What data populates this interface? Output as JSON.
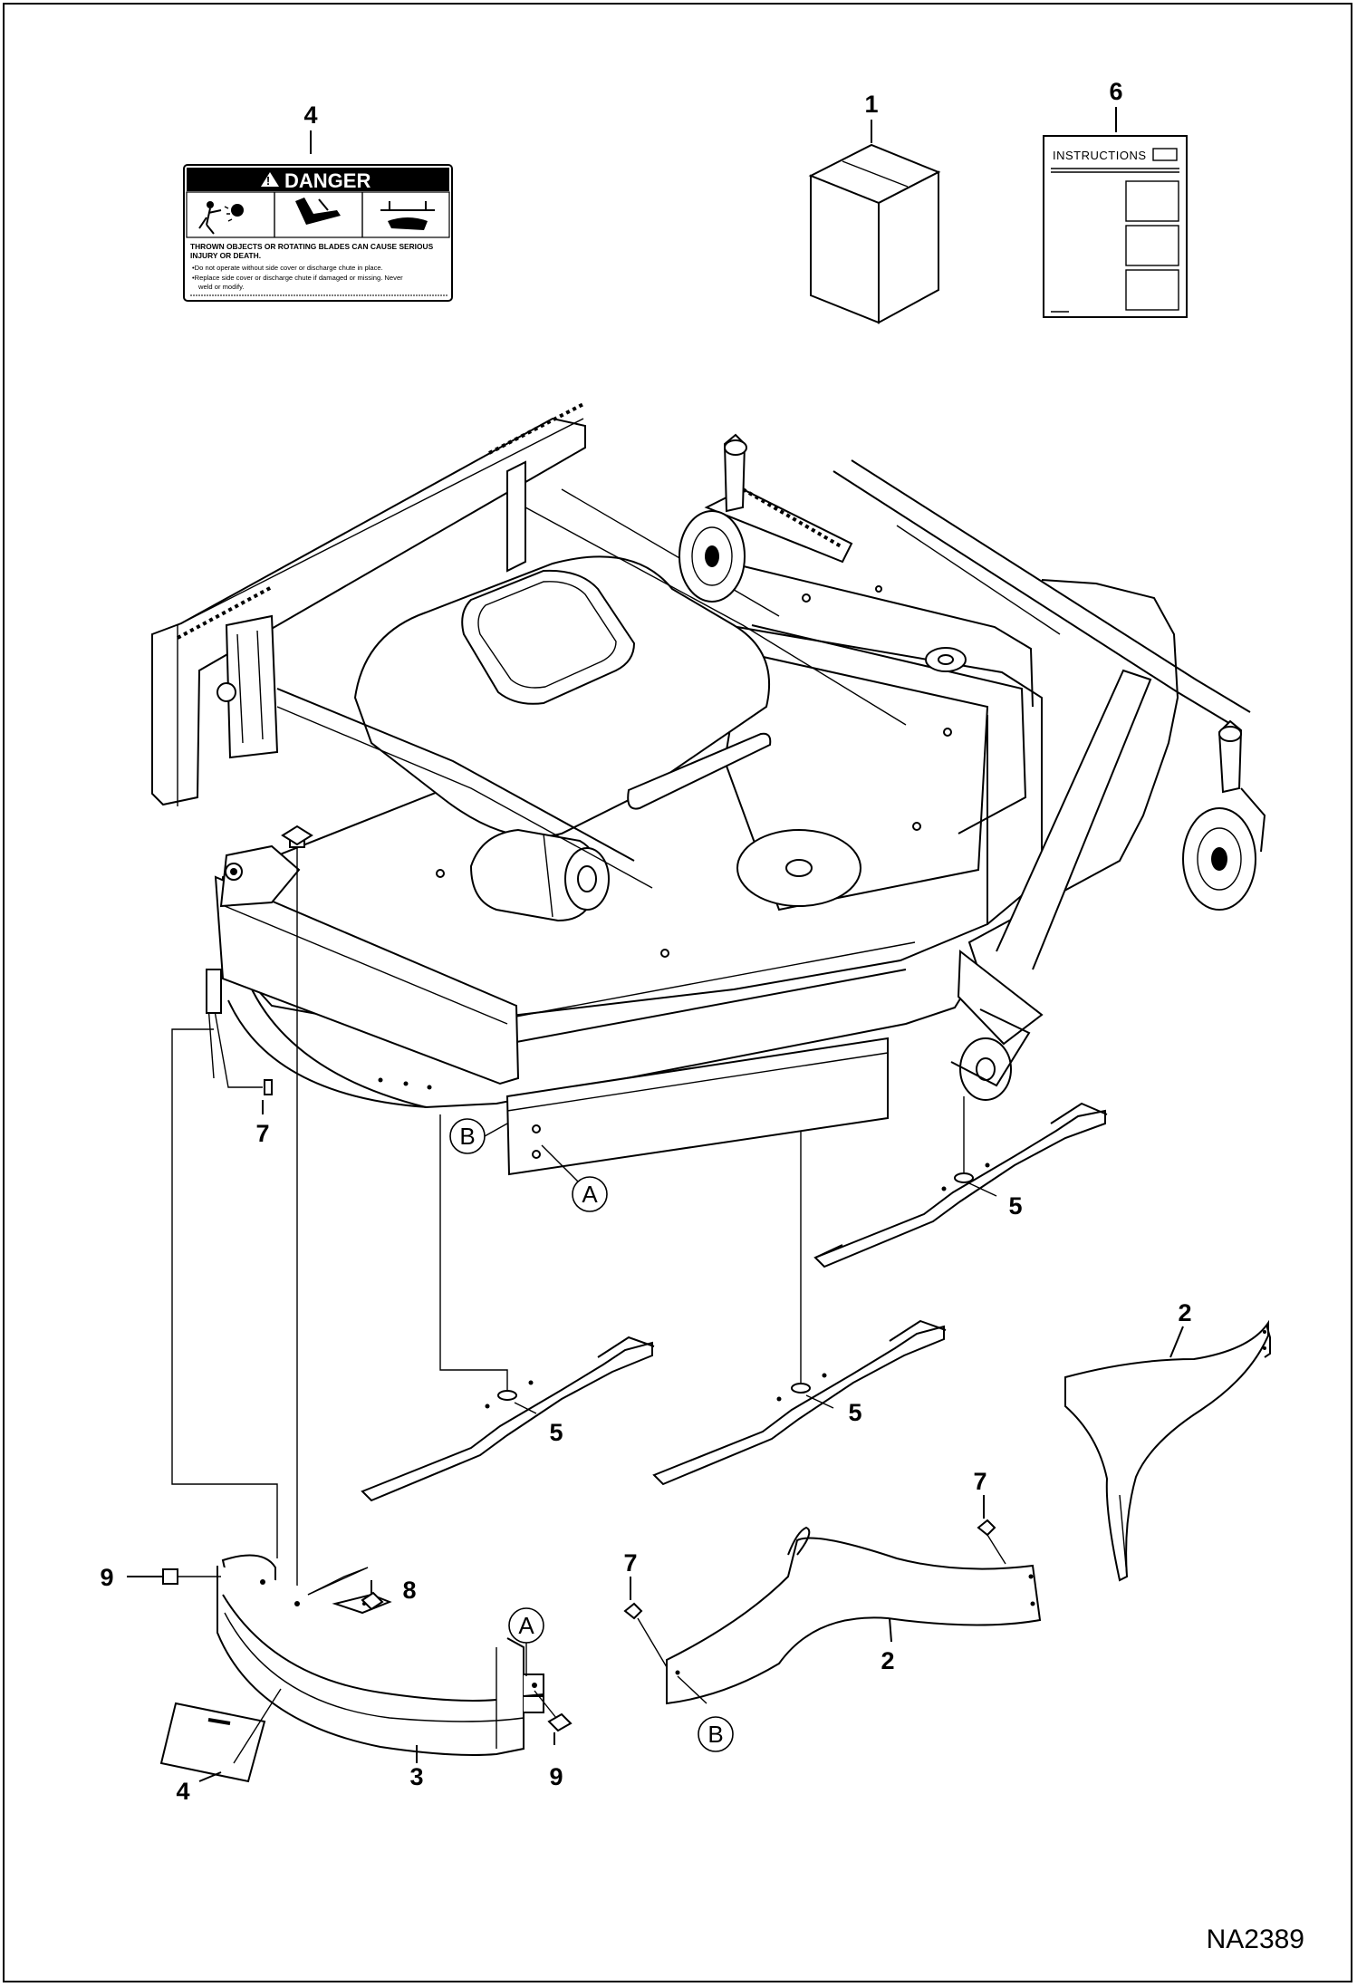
{
  "diagram_id": "NA2389",
  "decal": {
    "heading": "DANGER",
    "warning_text": [
      "THROWN OBJECTS OR ROTATING BLADES CAN CAUSE SERIOUS",
      "INJURY OR DEATH."
    ],
    "bullets": [
      "•Do not operate without side cover or discharge chute in place.",
      "•Replace side cover or discharge chute if damaged or missing. Never",
      "weld or modify."
    ]
  },
  "manual_label": "INSTRUCTIONS",
  "callouts": [
    {
      "id": "callout-1",
      "label": "1",
      "part": "box"
    },
    {
      "id": "callout-6",
      "label": "6",
      "part": "instructions-manual"
    },
    {
      "id": "callout-4-decal",
      "label": "4",
      "part": "danger-decal"
    },
    {
      "id": "callout-7-left",
      "label": "7",
      "part": "bolt"
    },
    {
      "id": "callout-5-right",
      "label": "5",
      "part": "blade"
    },
    {
      "id": "callout-5-left",
      "label": "5",
      "part": "blade"
    },
    {
      "id": "callout-5-center",
      "label": "5",
      "part": "blade"
    },
    {
      "id": "callout-2-upper",
      "label": "2",
      "part": "side-baffle"
    },
    {
      "id": "callout-7-mid",
      "label": "7",
      "part": "bolt"
    },
    {
      "id": "callout-7-lower",
      "label": "7",
      "part": "bolt"
    },
    {
      "id": "callout-2-lower",
      "label": "2",
      "part": "side-baffle"
    },
    {
      "id": "callout-9-left",
      "label": "9",
      "part": "nut"
    },
    {
      "id": "callout-8",
      "label": "8",
      "part": "bolt"
    },
    {
      "id": "callout-4-lower",
      "label": "4",
      "part": "decal"
    },
    {
      "id": "callout-3",
      "label": "3",
      "part": "side-cover"
    },
    {
      "id": "callout-9-right",
      "label": "9",
      "part": "nut"
    }
  ],
  "reference_letters": [
    {
      "id": "ref-b-deck",
      "label": "B"
    },
    {
      "id": "ref-a-deck",
      "label": "A"
    },
    {
      "id": "ref-a-cover",
      "label": "A"
    },
    {
      "id": "ref-b-baffle",
      "label": "B"
    }
  ]
}
